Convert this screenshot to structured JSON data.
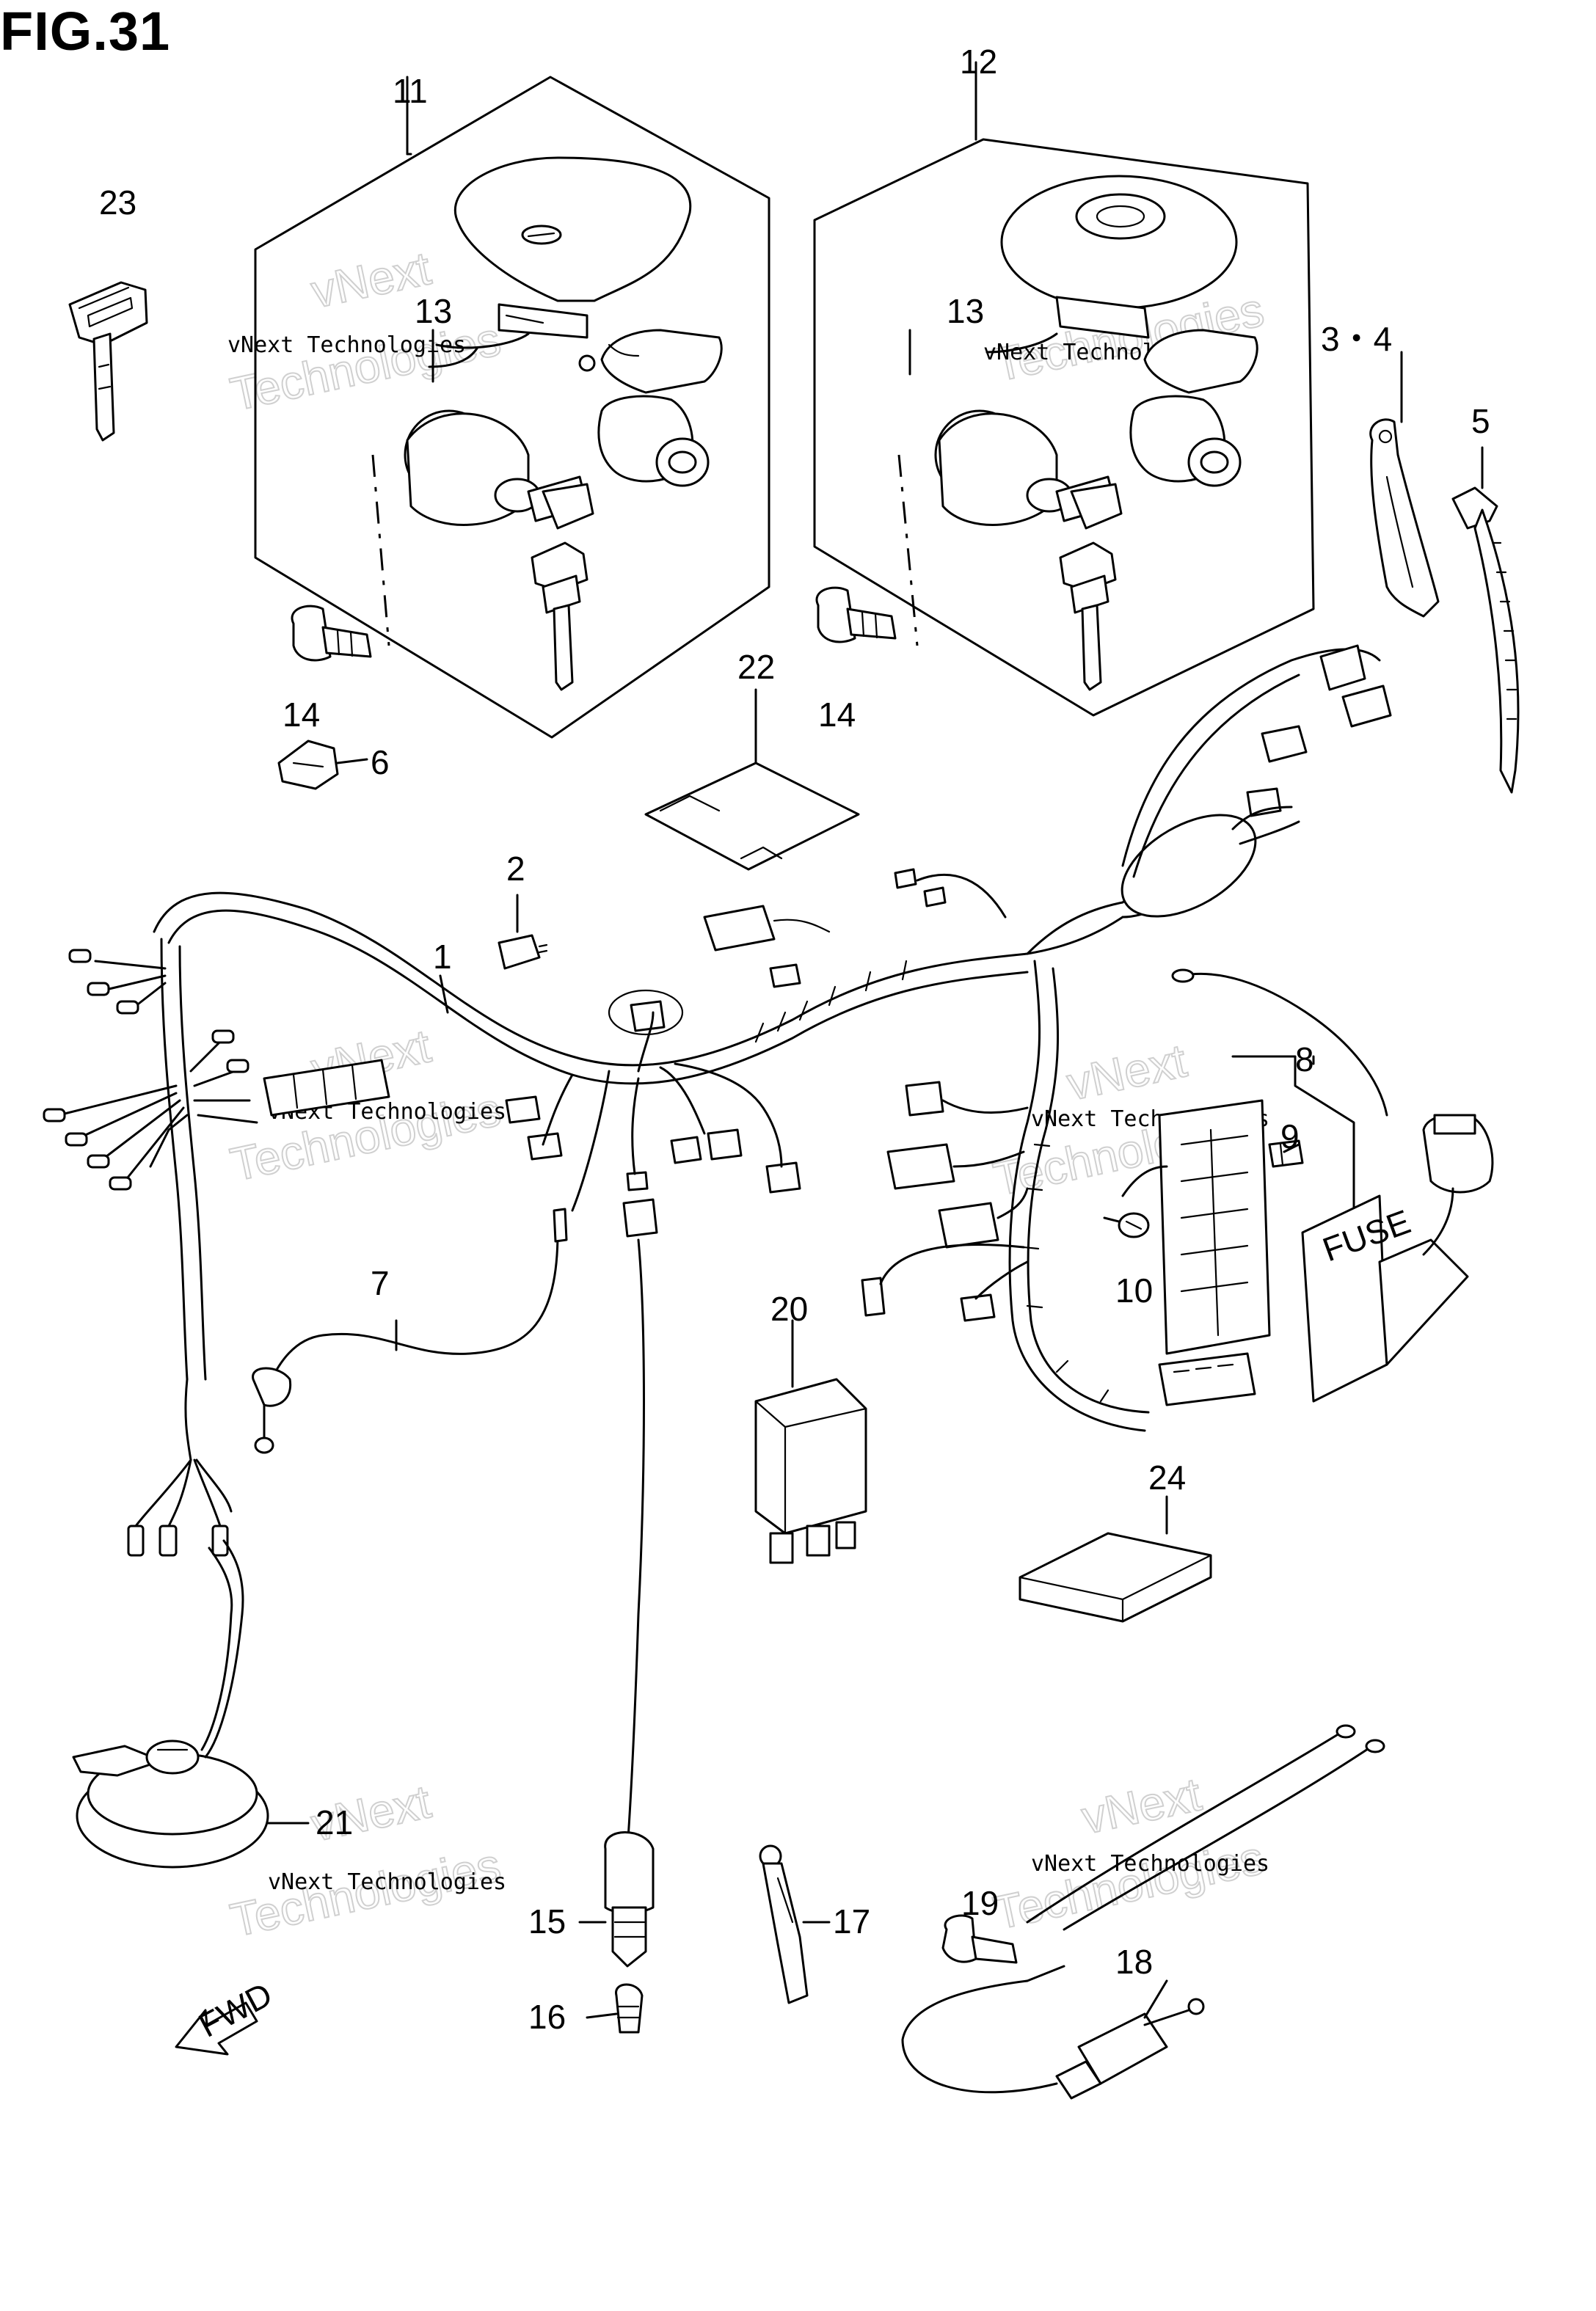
{
  "figure": {
    "title": "FIG.31"
  },
  "labels": {
    "p1": "1",
    "p2": "2",
    "p34": "3・4",
    "p5": "5",
    "p6": "6",
    "p7": "7",
    "p8": "8",
    "p9": "9",
    "p10": "10",
    "p11": "11",
    "p12": "12",
    "p13a": "13",
    "p13b": "13",
    "p14a": "14",
    "p14b": "14",
    "p15": "15",
    "p16": "16",
    "p17": "17",
    "p18": "18",
    "p19": "19",
    "p20": "20",
    "p21": "21",
    "p22": "22",
    "p23": "23",
    "p24": "24"
  },
  "watermark": {
    "company": "vNext Technologies",
    "line1": "vNext",
    "line2": "Technologies"
  },
  "part_texts": {
    "fwd": "FWD",
    "fuse": "FUSE"
  }
}
